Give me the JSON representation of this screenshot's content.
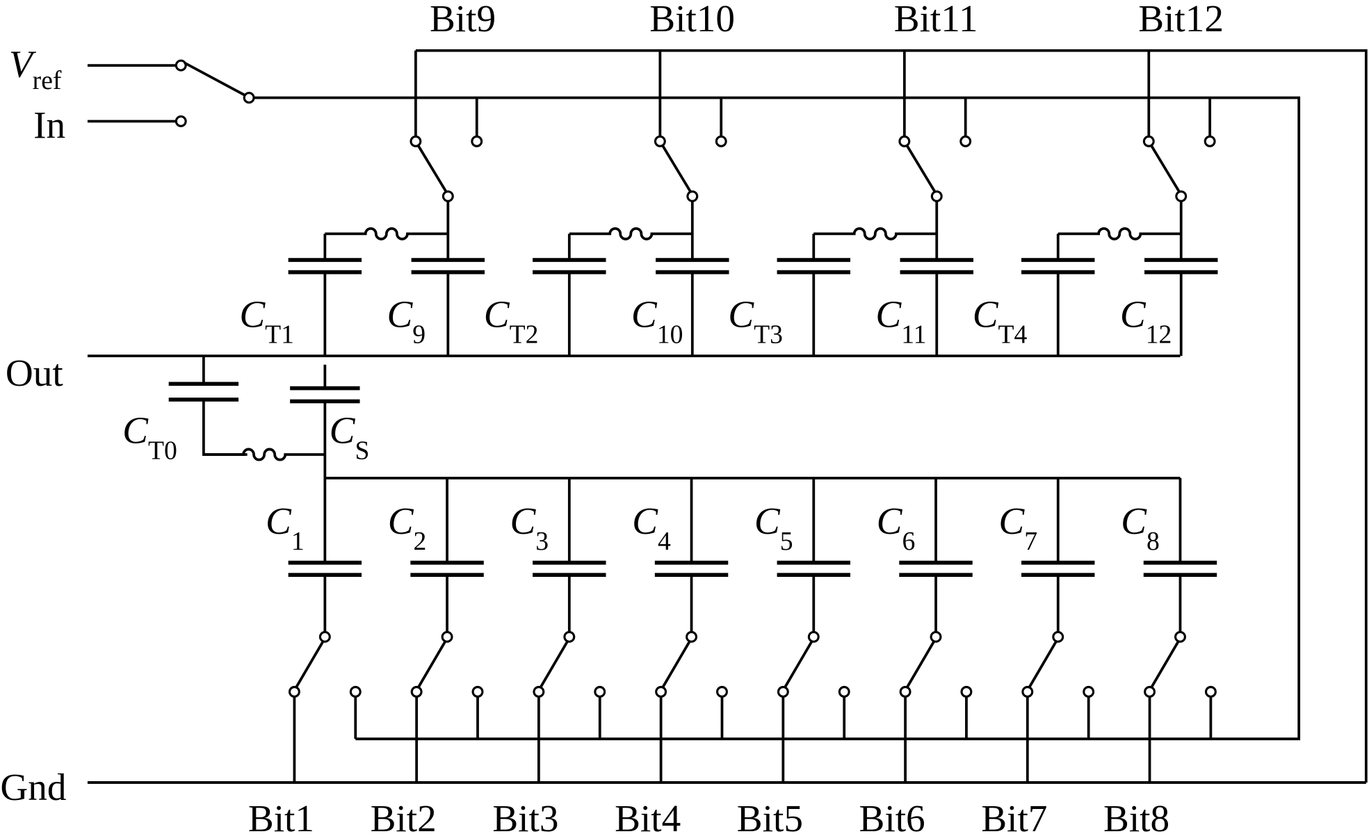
{
  "title": "Segmented capacitor array DAC with trim capacitors",
  "inputs": {
    "vref": "V",
    "vref_sub": "ref",
    "in": "In",
    "out": "Out",
    "gnd": "Gnd"
  },
  "top_bits": [
    "Bit9",
    "Bit10",
    "Bit11",
    "Bit12"
  ],
  "bottom_bits": [
    "Bit1",
    "Bit2",
    "Bit3",
    "Bit4",
    "Bit5",
    "Bit6",
    "Bit7",
    "Bit8"
  ],
  "top_caps": [
    {
      "trim": "T1",
      "main": "9"
    },
    {
      "trim": "T2",
      "main": "10"
    },
    {
      "trim": "T3",
      "main": "11"
    },
    {
      "trim": "T4",
      "main": "12"
    }
  ],
  "bottom_caps": [
    "1",
    "2",
    "3",
    "4",
    "5",
    "6",
    "7",
    "8"
  ],
  "cap_letter": "C",
  "ct0_sub": "T0",
  "cs_sub": "S"
}
